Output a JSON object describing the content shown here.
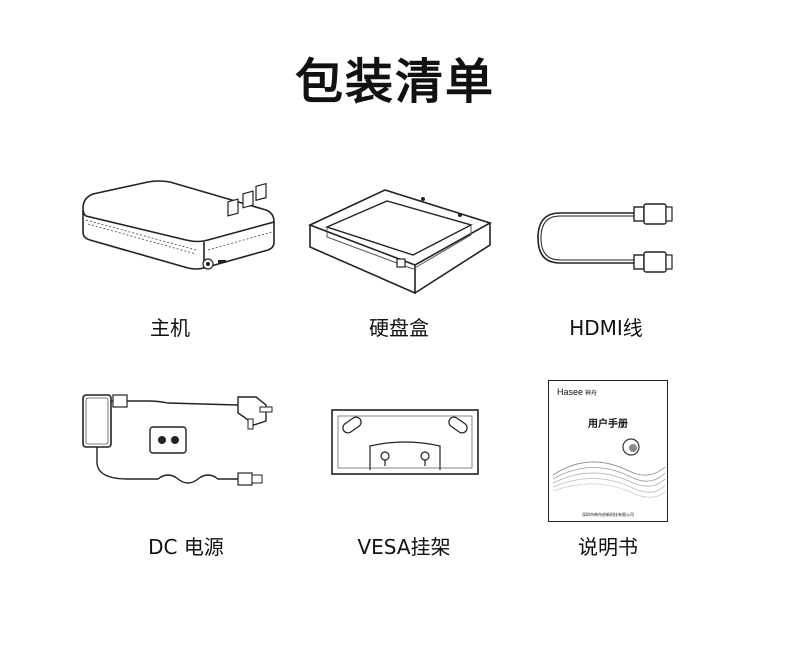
{
  "title": "包装清单",
  "items": [
    {
      "label": "主机"
    },
    {
      "label": "硬盘盒"
    },
    {
      "label": "HDMI线"
    },
    {
      "label": "DC 电源"
    },
    {
      "label": "VESA挂架"
    },
    {
      "label": "说明书"
    }
  ],
  "manual": {
    "brand": "Hasee",
    "brand_cn": "神舟",
    "title": "用户手册",
    "footer": "深圳市神舟创新科技有限公司"
  }
}
